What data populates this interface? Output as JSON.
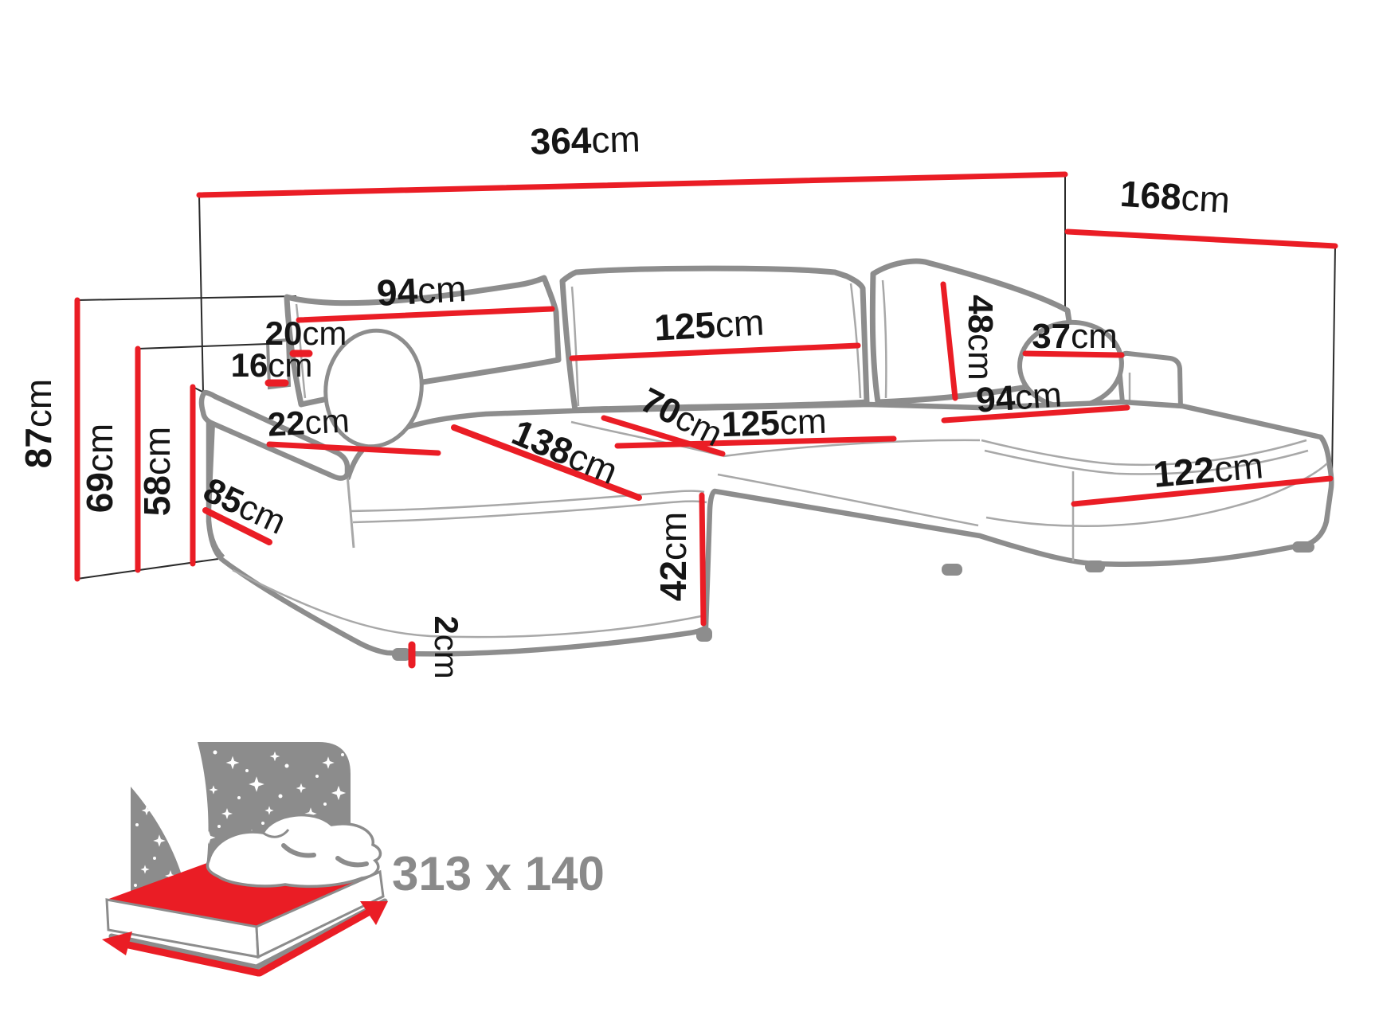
{
  "page": {
    "background": "#ffffff"
  },
  "colors": {
    "dimension_red": "#ea1d25",
    "sketch_gray": "#8d8d8d",
    "seam_gray": "#a8a8a8",
    "label_black": "#151515",
    "icon_gray": "#8c8c8c",
    "sleeping_text_gray": "#8a8a8a"
  },
  "dimensions": {
    "total_width": {
      "num": "364",
      "unit": "cm"
    },
    "total_depth": {
      "num": "168",
      "unit": "cm"
    },
    "height_total": {
      "num": "87",
      "unit": "cm"
    },
    "height_backrest": {
      "num": "69",
      "unit": "cm"
    },
    "height_armrest": {
      "num": "58",
      "unit": "cm"
    },
    "pillow_overhang": {
      "num": "20",
      "unit": "cm"
    },
    "backrest_lip": {
      "num": "16",
      "unit": "cm"
    },
    "armrest_width": {
      "num": "22",
      "unit": "cm"
    },
    "armrest_depth": {
      "num": "85",
      "unit": "cm"
    },
    "pillow_left_width": {
      "num": "94",
      "unit": "cm"
    },
    "pillow_center_width": {
      "num": "125",
      "unit": "cm"
    },
    "pillow_right_height": {
      "num": "48",
      "unit": "cm"
    },
    "bolster_diameter": {
      "num": "37",
      "unit": "cm"
    },
    "corner_seat_depth": {
      "num": "70",
      "unit": "cm"
    },
    "seat_center_width": {
      "num": "125",
      "unit": "cm"
    },
    "seat_right_width": {
      "num": "94",
      "unit": "cm"
    },
    "chaise_left_length": {
      "num": "138",
      "unit": "cm"
    },
    "seat_height": {
      "num": "42",
      "unit": "cm"
    },
    "leg_height": {
      "num": "2",
      "unit": "cm"
    },
    "chaise_right_length": {
      "num": "122",
      "unit": "cm"
    }
  },
  "sleeping_area": {
    "text": "313 x 140"
  }
}
